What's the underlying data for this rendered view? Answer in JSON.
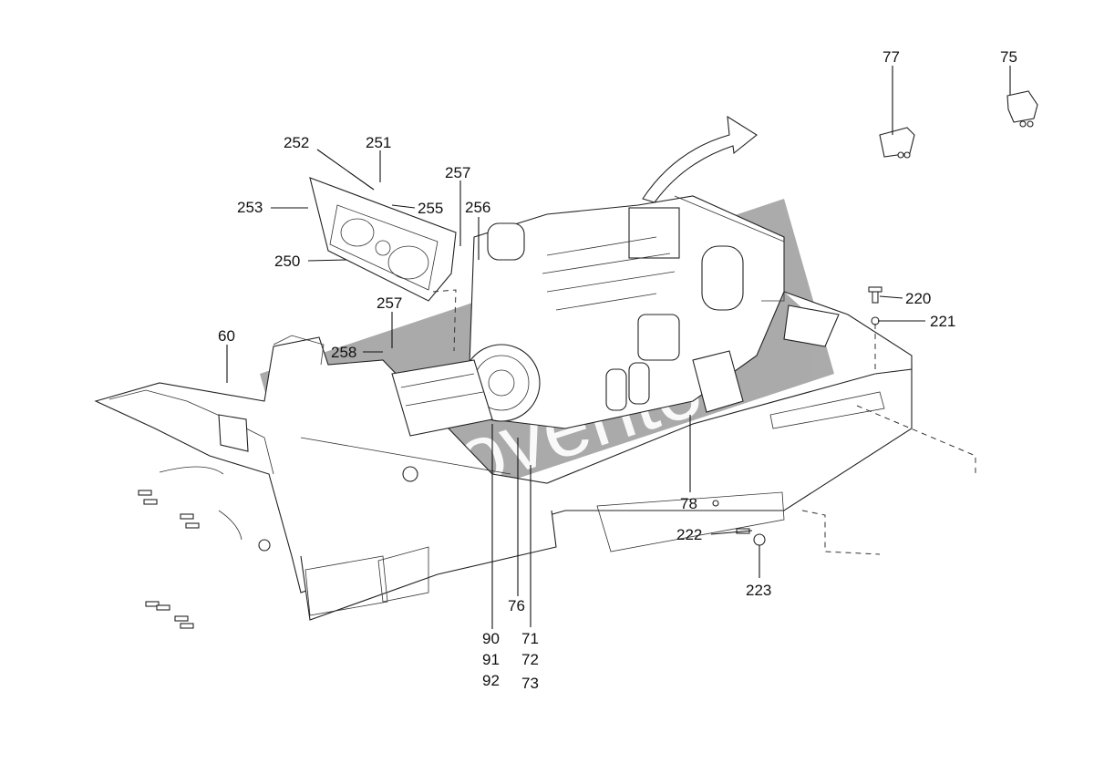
{
  "watermark": {
    "brand": "movento",
    "color": "#9a9a9a",
    "accent": "#3d6fb6"
  },
  "callouts": {
    "c77": "77",
    "c75": "75",
    "c252": "252",
    "c251": "251",
    "c257a": "257",
    "c253": "253",
    "c255": "255",
    "c256": "256",
    "c250": "250",
    "c257b": "257",
    "c258": "258",
    "c60": "60",
    "c220": "220",
    "c221": "221",
    "c78": "78",
    "c222": "222",
    "c223": "223",
    "c76": "76",
    "c90": "90",
    "c91": "91",
    "c92": "92",
    "c71": "71",
    "c72": "72",
    "c73": "73"
  }
}
